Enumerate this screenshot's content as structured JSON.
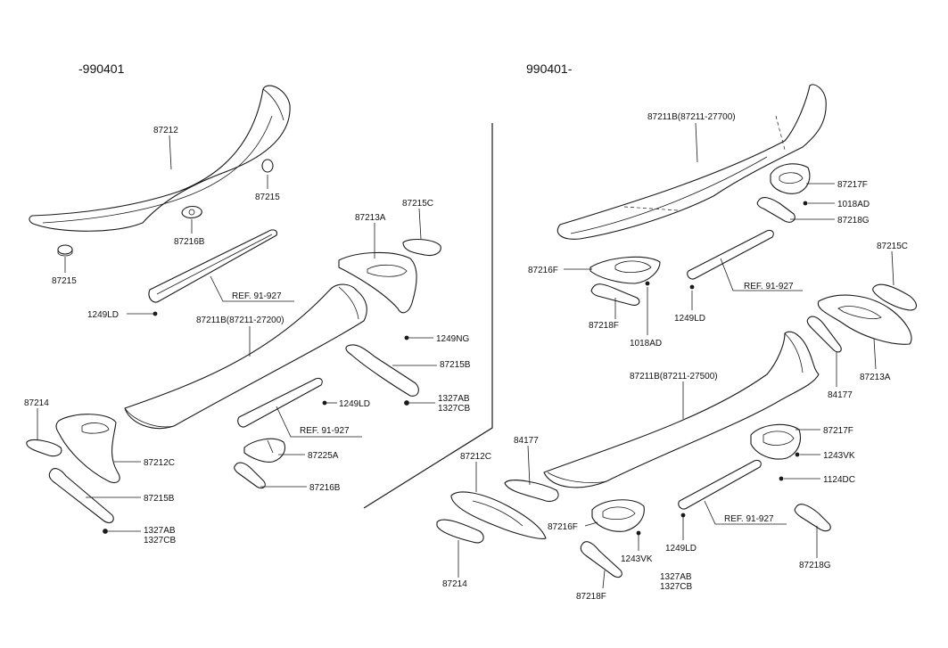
{
  "headers": {
    "left": "-990401",
    "right": "990401-"
  },
  "labels": {
    "l_87212": "87212",
    "l_87215_a": "87215",
    "l_87215_b": "87215",
    "l_87216b_a": "87216B",
    "l_87213a": "87213A",
    "l_87215c": "87215C",
    "l_ref_1": "REF. 91-927",
    "l_1249ld_1": "1249LD",
    "l_87211b_l": "87211B(87211-27200)",
    "l_1249ng": "1249NG",
    "l_87215b_1": "87215B",
    "l_1249ld_2": "1249LD",
    "l_1327ab_1": "1327AB",
    "l_1327cb_1": "1327CB",
    "l_ref_2": "REF. 91-927",
    "l_87214_l": "87214",
    "l_87212c_l": "87212C",
    "l_87225a": "87225A",
    "l_87215b_2": "87215B",
    "l_87216b_b": "87216B",
    "l_1327ab_2": "1327AB",
    "l_1327cb_2": "1327CB",
    "r_87211b_top": "87211B(87211-27700)",
    "r_87217f_1": "87217F",
    "r_1018ad_1": "1018AD",
    "r_87218g_1": "87218G",
    "r_87216f_1": "87216F",
    "r_ref_1": "REF. 91-927",
    "r_87218f_1": "87218F",
    "r_1249ld_1": "1249LD",
    "r_1018ad_2": "1018AD",
    "r_87215c": "87215C",
    "r_87213a": "87213A",
    "r_84177_1": "84177",
    "r_87211b_bot": "87211B(87211-27500)",
    "r_87217f_2": "87217F",
    "r_1243vk_1": "1243VK",
    "r_84177_2": "84177",
    "r_87212c": "87212C",
    "r_1124dc": "1124DC",
    "r_ref_2": "REF. 91-927",
    "r_87216f_2": "87216F",
    "r_1243vk_2": "1243VK",
    "r_1249ld_2": "1249LD",
    "r_87218g_2": "87218G",
    "r_87214": "87214",
    "r_87218f_2": "87218F",
    "r_1327ab": "1327AB",
    "r_1327cb": "1327CB"
  }
}
